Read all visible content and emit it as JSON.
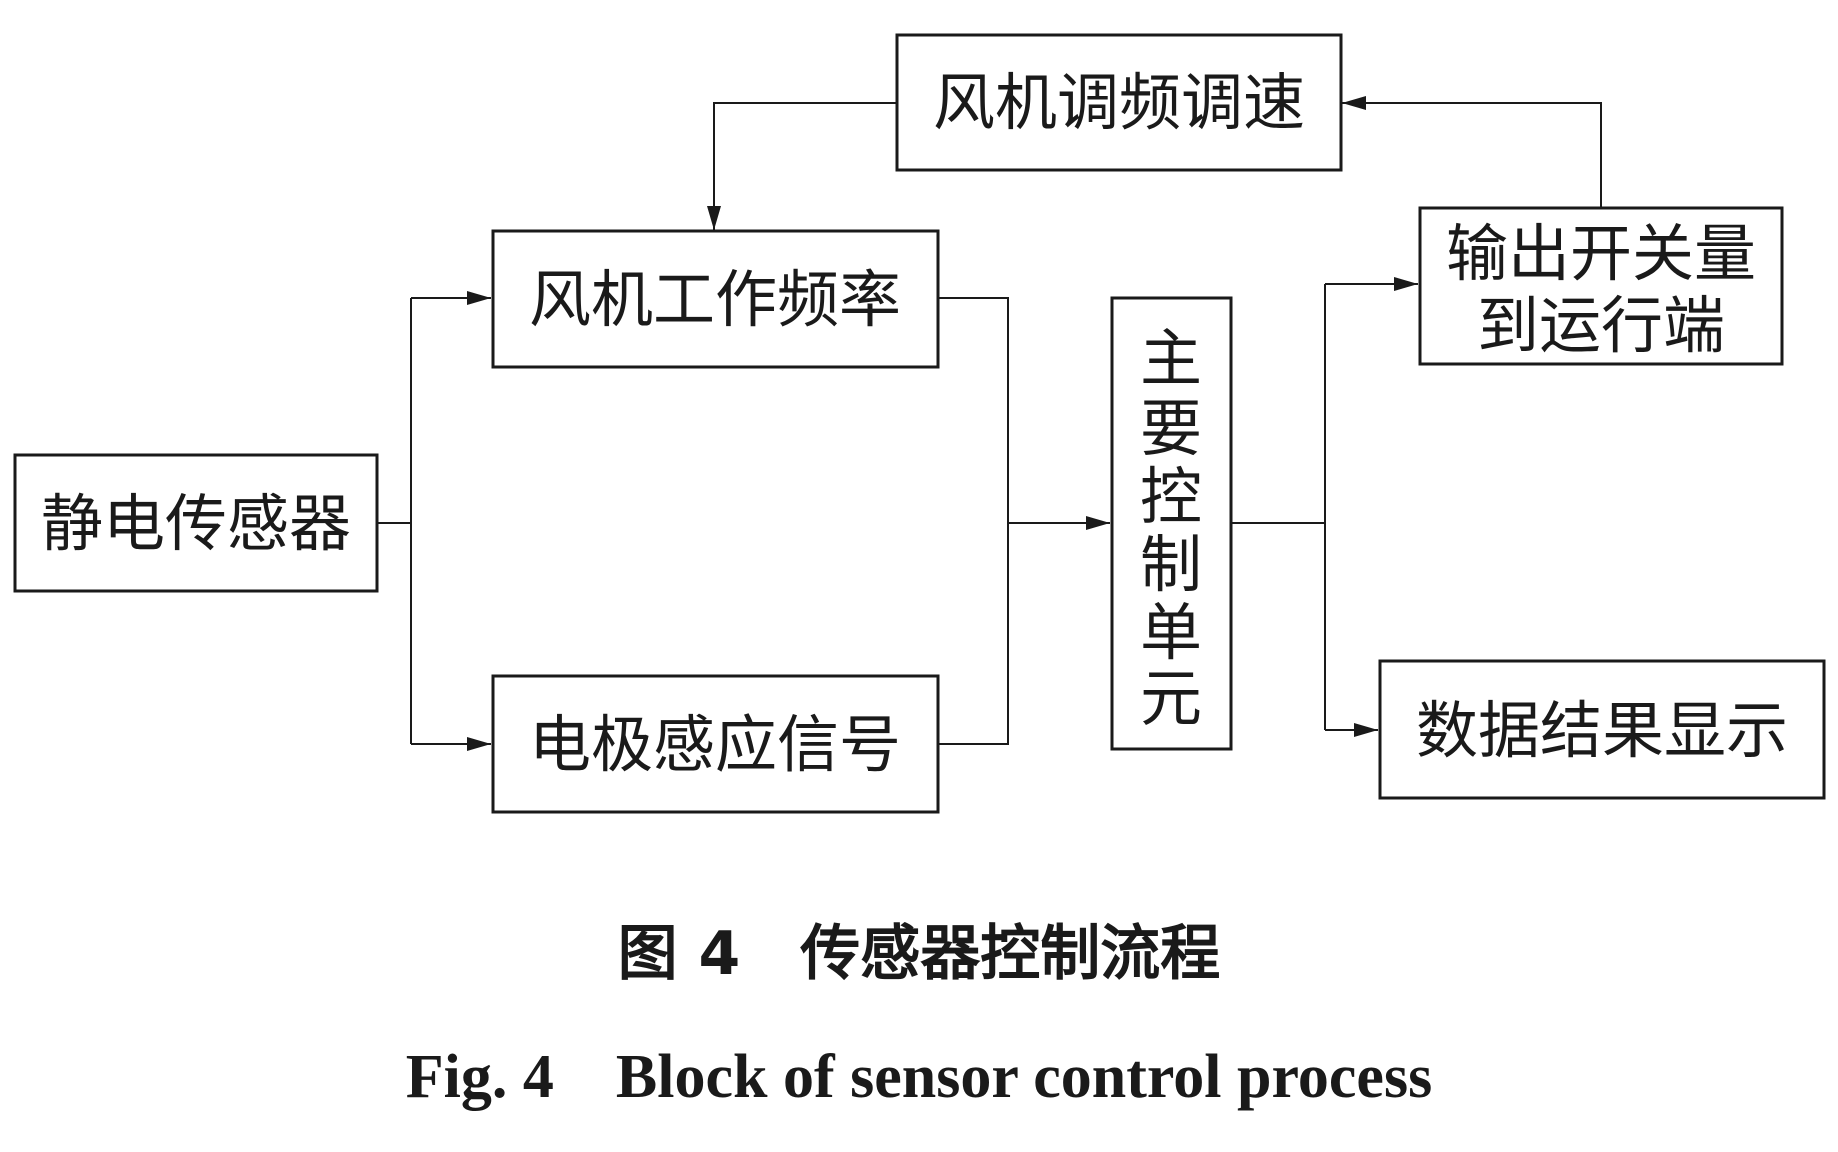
{
  "nodes": {
    "static_sensor": "静电传感器",
    "fan_frequency": "风机工作频率",
    "electrode_signal": "电极感应信号",
    "main_control_unit": "主要控制单元",
    "main_control_unit_chars": [
      "主",
      "要",
      "控",
      "制",
      "单",
      "元"
    ],
    "fan_speed_control": "风机调频调速",
    "switch_output_line1": "输出开关量",
    "switch_output_line2": "到运行端",
    "data_display": "数据结果显示"
  },
  "caption": {
    "cn": "图 4　传感器控制流程",
    "en": "Fig. 4　Block of sensor control process"
  }
}
